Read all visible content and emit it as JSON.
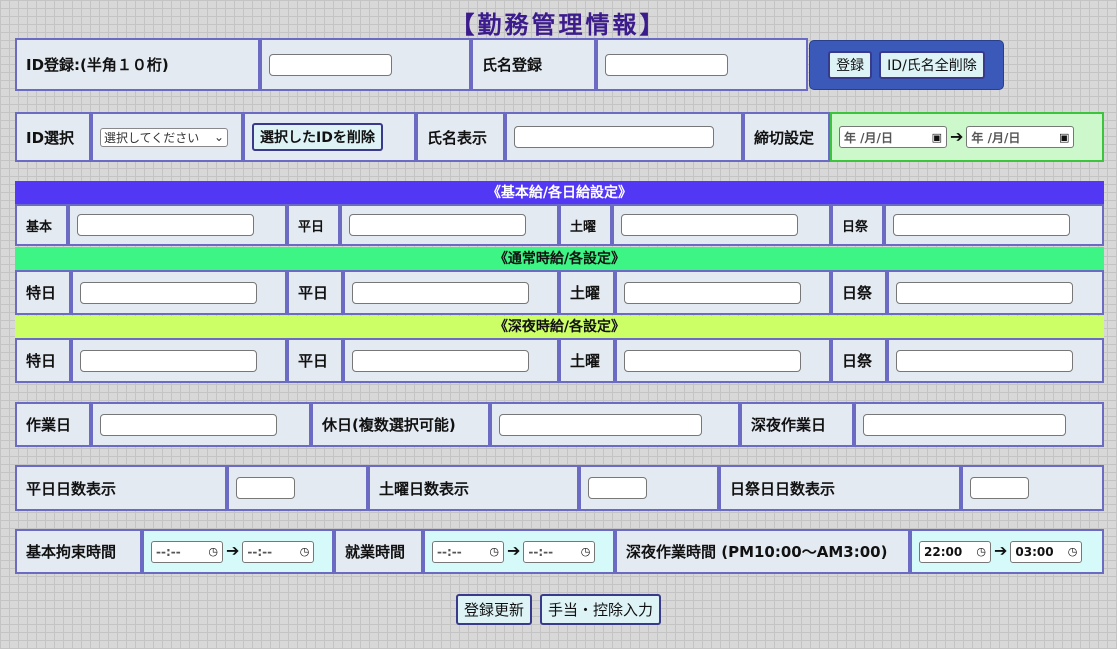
{
  "header": {
    "title": "【勤務管理情報】"
  },
  "registration": {
    "id_label": "ID登録:(半角１０桁)",
    "id_value": "",
    "name_label": "氏名登録",
    "name_value": "",
    "register_button": "登録",
    "delete_all_button": "ID/氏名全削除"
  },
  "selection": {
    "id_select_label": "ID選択",
    "id_select_value": "選択してください",
    "delete_selected_button": "選択したIDを削除",
    "name_display_label": "氏名表示",
    "name_display_value": "",
    "deadline_label": "締切設定",
    "date_placeholder": "年 /月/日",
    "date_placeholder_end": "年 /月/日"
  },
  "base_pay": {
    "band_title": "《基本給/各日給設定》",
    "band_color": "#5238f5",
    "fields": [
      {
        "label": "基本",
        "value": ""
      },
      {
        "label": "平日",
        "value": ""
      },
      {
        "label": "土曜",
        "value": ""
      },
      {
        "label": "日祭",
        "value": ""
      }
    ]
  },
  "normal_hourly": {
    "band_title": "《通常時給/各設定》",
    "band_color": "#3cf585",
    "fields": [
      {
        "label": "特日",
        "value": ""
      },
      {
        "label": "平日",
        "value": ""
      },
      {
        "label": "土曜",
        "value": ""
      },
      {
        "label": "日祭",
        "value": ""
      }
    ]
  },
  "night_hourly": {
    "band_title": "《深夜時給/各設定》",
    "band_color": "#ccff66",
    "fields": [
      {
        "label": "特日",
        "value": ""
      },
      {
        "label": "平日",
        "value": ""
      },
      {
        "label": "土曜",
        "value": ""
      },
      {
        "label": "日祭",
        "value": ""
      }
    ]
  },
  "work_days": {
    "work_day_label": "作業日",
    "holiday_label": "休日(複数選択可能)",
    "night_work_day_label": "深夜作業日"
  },
  "day_counts": {
    "weekday_label": "平日日数表示",
    "saturday_label": "土曜日数表示",
    "holiday_label": "日祭日日数表示"
  },
  "times": {
    "basic_label": "基本拘束時間",
    "empty_time": "--:--",
    "work_label": "就業時間",
    "night_label": "深夜作業時間 (PM10:00～AM3:00)",
    "night_start": "22:00",
    "night_end": "03:00"
  },
  "footer": {
    "update_button": "登録更新",
    "allowance_button": "手当・控除入力"
  },
  "icons": {
    "calendar": "calendar-icon",
    "clock": "clock-icon",
    "arrow": "arrow-right-icon"
  }
}
